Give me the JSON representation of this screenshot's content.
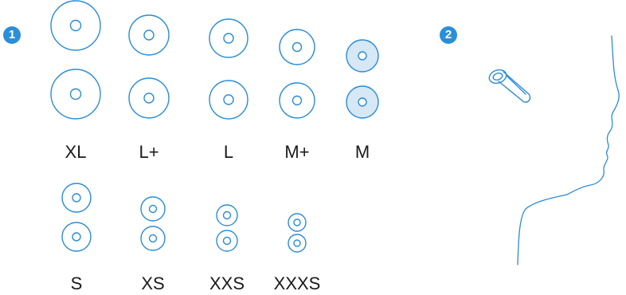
{
  "colors": {
    "accent": "#2a8fd8",
    "stroke": "#2b8bd6",
    "selected_fill": "#d6e7f6",
    "label": "#1a1a1a"
  },
  "steps": [
    {
      "number": "1"
    },
    {
      "number": "2"
    }
  ],
  "ear_tip_sizes": [
    {
      "label": "XL",
      "selected": false
    },
    {
      "label": "L+",
      "selected": false
    },
    {
      "label": "L",
      "selected": false
    },
    {
      "label": "M+",
      "selected": false
    },
    {
      "label": "M",
      "selected": true
    },
    {
      "label": "S",
      "selected": false
    },
    {
      "label": "XS",
      "selected": false
    },
    {
      "label": "XXS",
      "selected": false
    },
    {
      "label": "XXXS",
      "selected": false
    }
  ],
  "illustration": {
    "earbud_icon": "earbud-icon",
    "face_icon": "face-profile-icon"
  }
}
